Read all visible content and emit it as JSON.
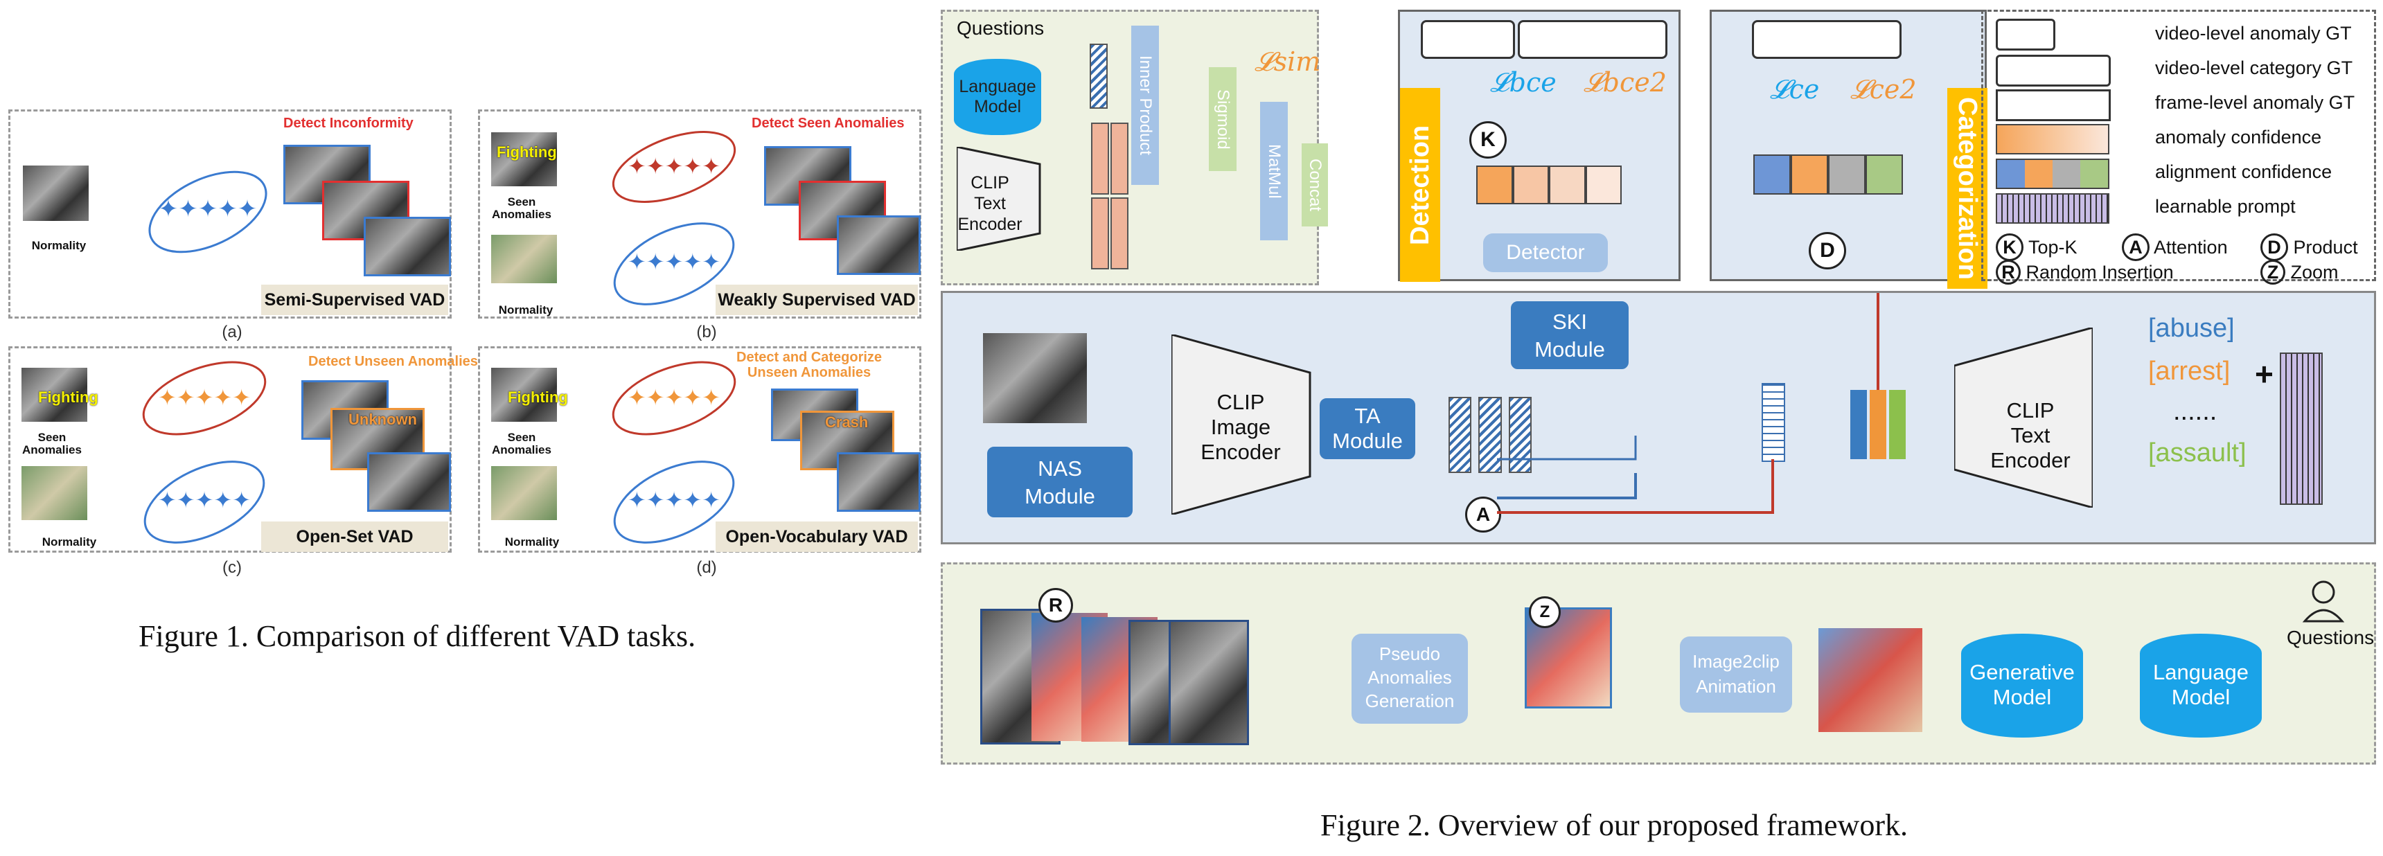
{
  "fig1": {
    "caption": "Figure 1. Comparison of different VAD tasks.",
    "panels": [
      {
        "id": "a",
        "label": "(a)",
        "title": "Semi-Supervised VAD",
        "top_text": "Detect Inconformity",
        "normality": "Normality"
      },
      {
        "id": "b",
        "label": "(b)",
        "title": "Weakly Supervised VAD",
        "top_text": "Detect Seen Anomalies",
        "fighting": "Fighting",
        "seen": "Seen\nAnomalies",
        "normality": "Normality"
      },
      {
        "id": "c",
        "label": "(c)",
        "title": "Open-Set VAD",
        "top_text": "Detect Unseen Anomalies",
        "fighting": "Fighting",
        "seen": "Seen\nAnomalies",
        "normality": "Normality",
        "tag": "Unknown"
      },
      {
        "id": "d",
        "label": "(d)",
        "title": "Open-Vocabulary VAD",
        "top_text": "Detect and Categorize\nUnseen Anomalies",
        "fighting": "Fighting",
        "seen": "Seen\nAnomalies",
        "normality": "Normality",
        "tag": "Crash"
      }
    ]
  },
  "fig2": {
    "caption": "Figure 2. Overview of our proposed framework.",
    "ski_detail": {
      "questions": "Questions",
      "language_model": "Language\nModel",
      "clip_text": "CLIP\nText\nEncoder",
      "inner_product": "Inner Product",
      "sigmoid": "Sigmoid",
      "matmul": "MatMul",
      "concat": "Concat",
      "loss": "𝓛sim"
    },
    "detection": {
      "label": "Detection",
      "loss1": "𝓛bce",
      "loss2": "𝓛bce2",
      "detector": "Detector",
      "topk": "K"
    },
    "categorization": {
      "label": "Categorization",
      "loss1": "𝓛ce",
      "loss2": "𝓛ce2",
      "product": "D"
    },
    "main": {
      "ski": "SKI\nModule",
      "ta": "TA\nModule",
      "nas": "NAS\nModule",
      "clip_image": "CLIP\nImage\nEncoder",
      "clip_text": "CLIP\nText\nEncoder",
      "attention": "A",
      "prompts": [
        "[abuse]",
        "[arrest]",
        "......",
        "[assault]"
      ],
      "plus": "+"
    },
    "nas_detail": {
      "questions": "Questions",
      "language_model": "Language\nModel",
      "generative_model": "Generative\nModel",
      "image2clip": "Image2clip\nAnimation",
      "pseudo": "Pseudo\nAnomalies\nGeneration",
      "random": "R",
      "zoom": "Z"
    },
    "legend": [
      {
        "text": "video-level anomaly GT"
      },
      {
        "text": "video-level category GT"
      },
      {
        "text": "frame-level anomaly GT"
      },
      {
        "text": "anomaly confidence"
      },
      {
        "text": "alignment confidence"
      },
      {
        "text": "learnable prompt"
      }
    ],
    "legend_symbols": [
      {
        "sym": "K",
        "text": "Top-K"
      },
      {
        "sym": "A",
        "text": "Attention"
      },
      {
        "sym": "D",
        "text": "Product"
      },
      {
        "sym": "R",
        "text": "Random Insertion"
      },
      {
        "sym": "Z",
        "text": "Zoom"
      }
    ]
  },
  "colors": {
    "blue": "#3a7cc0",
    "light_blue": "#a5c3e6",
    "orange": "#ffc000",
    "red_arrow": "#c0392b",
    "panel_bg": "#dfe8f3",
    "green_bg": "#eef2e2"
  }
}
